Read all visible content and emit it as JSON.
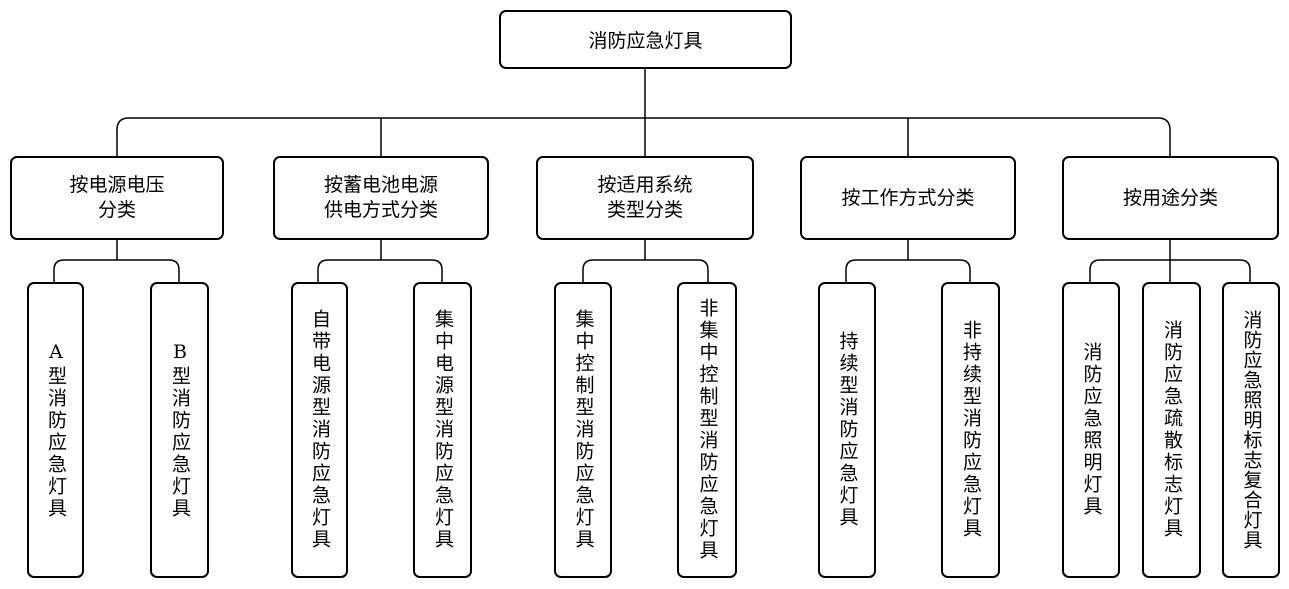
{
  "root": {
    "label": "消防应急灯具"
  },
  "categories": [
    {
      "label": "按电源电压\n分类",
      "children": [
        "A型消防应急灯具",
        "B型消防应急灯具"
      ]
    },
    {
      "label": "按蓄电池电源\n供电方式分类",
      "children": [
        "自带电源型消防应急灯具",
        "集中电源型消防应急灯具"
      ]
    },
    {
      "label": "按适用系统\n类型分类",
      "children": [
        "集中控制型消防应急灯具",
        "非集中控制型消防应急灯具"
      ]
    },
    {
      "label": "按工作方式分类",
      "children": [
        "持续型消防应急灯具",
        "非持续型消防应急灯具"
      ]
    },
    {
      "label": "按用途分类",
      "children": [
        "消防应急照明灯具",
        "消防应急疏散标志灯具",
        "消防应急照明标志复合灯具"
      ]
    }
  ]
}
